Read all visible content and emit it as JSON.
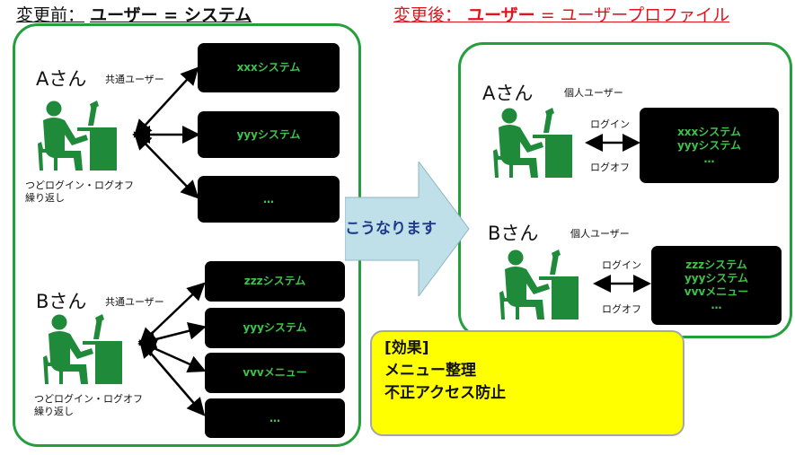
{
  "title_before": {
    "label": "変更前：",
    "value": "ユーザー = システム"
  },
  "title_after": {
    "label": "変更後：",
    "value_strong": "ユーザー",
    "value_rest": " = ユーザープロファイル"
  },
  "before": {
    "user_a": {
      "name": "Aさん",
      "account": "共通ユーザー",
      "note": [
        "つどログイン・ログオフ",
        "繰り返し"
      ],
      "systems": [
        "xxxシステム",
        "yyyシステム",
        "…"
      ]
    },
    "user_b": {
      "name": "Bさん",
      "account": "共通ユーザー",
      "note": [
        "つどログイン・ログオフ",
        "繰り返し"
      ],
      "systems": [
        "zzzシステム",
        "yyyシステム",
        "vvvメニュー",
        "…"
      ]
    }
  },
  "transition_label": "こうなります",
  "after": {
    "user_a": {
      "name": "Aさん",
      "account": "個人ユーザー",
      "login": "ログイン",
      "logoff": "ログオフ",
      "systems": [
        "xxxシステム",
        "yyyシステム",
        "…"
      ]
    },
    "user_b": {
      "name": "Bさん",
      "account": "個人ユーザー",
      "login": "ログイン",
      "logoff": "ログオフ",
      "systems": [
        "zzzシステム",
        "yyyシステム",
        "vvvメニュー",
        "…"
      ]
    }
  },
  "effect": {
    "heading": "[効果]",
    "lines": [
      "メニュー整理",
      "不正アクセス防止"
    ]
  },
  "colors": {
    "panel_border": "#23a03c",
    "system_text": "#3fc24b",
    "person": "#1e8a3a",
    "after_title": "#e0141e",
    "effect_bg": "#ffff00",
    "arrow_fill": "#bfe0e8"
  }
}
